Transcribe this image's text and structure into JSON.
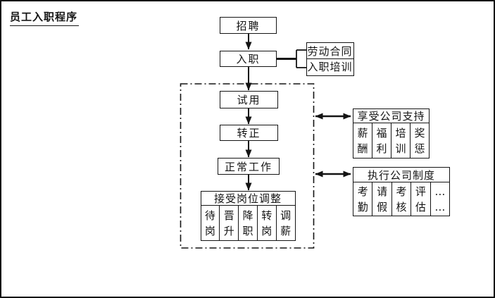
{
  "page": {
    "title": "员工入职程序"
  },
  "flow": {
    "recruit": "招聘",
    "onboard": "入职",
    "probation": "试用",
    "regular": "转正",
    "normal_work": "正常工作"
  },
  "onboard_side": {
    "rows": [
      "劳动合同",
      "入职培训"
    ]
  },
  "adjustment": {
    "header": "接受岗位调整",
    "cells": [
      "待\n岗",
      "晋\n升",
      "降\n职",
      "转\n岗",
      "调\n薪"
    ]
  },
  "support": {
    "header": "享受公司支持",
    "cells": [
      "薪\n酬",
      "福\n利",
      "培\n训",
      "奖\n惩"
    ]
  },
  "policy": {
    "header": "执行公司制度",
    "cells": [
      "考\n勤",
      "请\n假",
      "考\n核",
      "评\n估",
      "…\n…"
    ]
  },
  "colors": {
    "line": "#141414",
    "background": "#ffffff"
  }
}
